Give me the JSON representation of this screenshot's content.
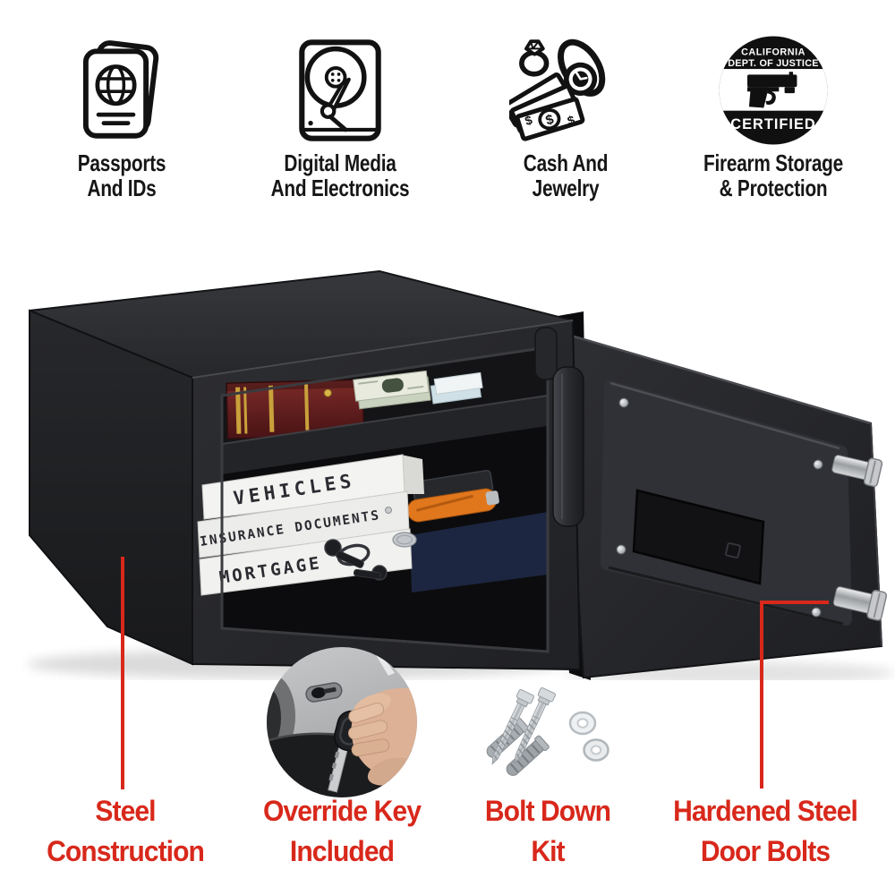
{
  "page_type": "safe-product-feature-infographic",
  "top_features": [
    {
      "icon": "passport-icon",
      "line1": "Passports",
      "line2": "And IDs"
    },
    {
      "icon": "hard-drive-icon",
      "line1": "Digital Media",
      "line2": "And Electronics"
    },
    {
      "icon": "cash-jewelry-icon",
      "line1": "Cash And",
      "line2": "Jewelry"
    },
    {
      "icon": "doj-certified-badge",
      "line1": "Firearm Storage",
      "line2": "& Protection"
    }
  ],
  "doj_badge": {
    "line1": "CALIFORNIA",
    "line2": "DEPT. OF JUSTICE",
    "line3": "CERTIFIED"
  },
  "safe_contents": {
    "binder_labels": [
      "VEHICLES",
      "INSURANCE DOCUMENTS",
      "MORTGAGE"
    ]
  },
  "bottom_features": [
    {
      "line1": "Steel",
      "line2": "Construction",
      "callout": "safe-left-side"
    },
    {
      "line1": "Override Key",
      "line2": "Included",
      "photo": "override-key-photo"
    },
    {
      "line1": "Bolt Down",
      "line2": "Kit",
      "photo": "bolt-down-kit-photo"
    },
    {
      "line1": "Hardened Steel",
      "line2": "Door Bolts",
      "callout": "door-bolts"
    }
  ],
  "colors": {
    "accent_red": "#d8281b",
    "text_black": "#161616",
    "safe_black": "#26272a",
    "binder_white": "#f2f2f0",
    "bolt_silver": "#c6c8cb"
  }
}
